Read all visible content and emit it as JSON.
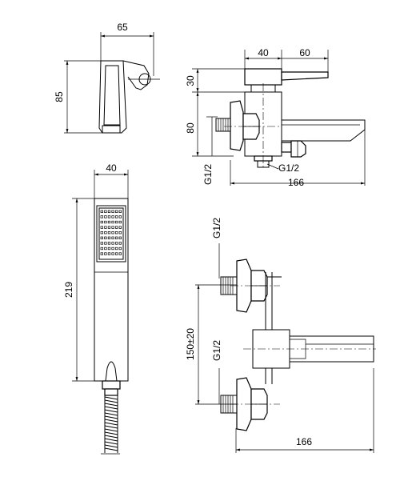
{
  "dimensions": {
    "holder_width": "65",
    "holder_height": "85",
    "top_right_a": "40",
    "top_right_b": "60",
    "top_right_c": "30",
    "top_right_d": "80",
    "thread_top_left": "G1/2",
    "thread_top_bottom": "G1/2",
    "width_top": "166",
    "handset_width": "40",
    "handset_length": "219",
    "thread_front_top": "G1/2",
    "thread_front_bottom": "G1/2",
    "center_distance": "150±20",
    "width_front": "166"
  }
}
